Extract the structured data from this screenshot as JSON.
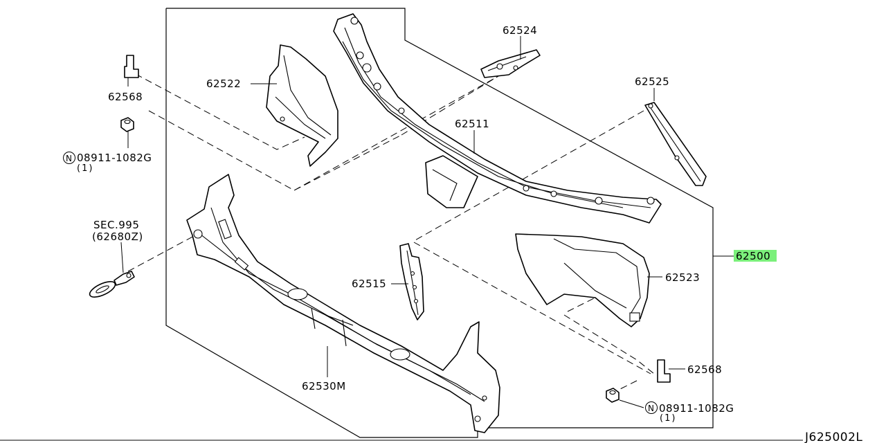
{
  "labels": {
    "assembly": "62500",
    "upper_support": "62511",
    "upper_bracket": "62524",
    "stay_right": "62525",
    "side_left": "62522",
    "side_right": "62523",
    "clip_top": "62568",
    "clip_bottom": "62568",
    "nut_top_code": "08911-1082G",
    "nut_top_qty": "(1)",
    "nut_bottom_code": "08911-1082G",
    "nut_bottom_qty": "(1)",
    "nut_symbol": "N",
    "sec_ref": "SEC.995",
    "sec_part": "(62680Z)",
    "center_stay": "62515",
    "lower_support": "62530M",
    "drawing_id": "J625002L"
  },
  "highlight_color": "#7bf07b"
}
